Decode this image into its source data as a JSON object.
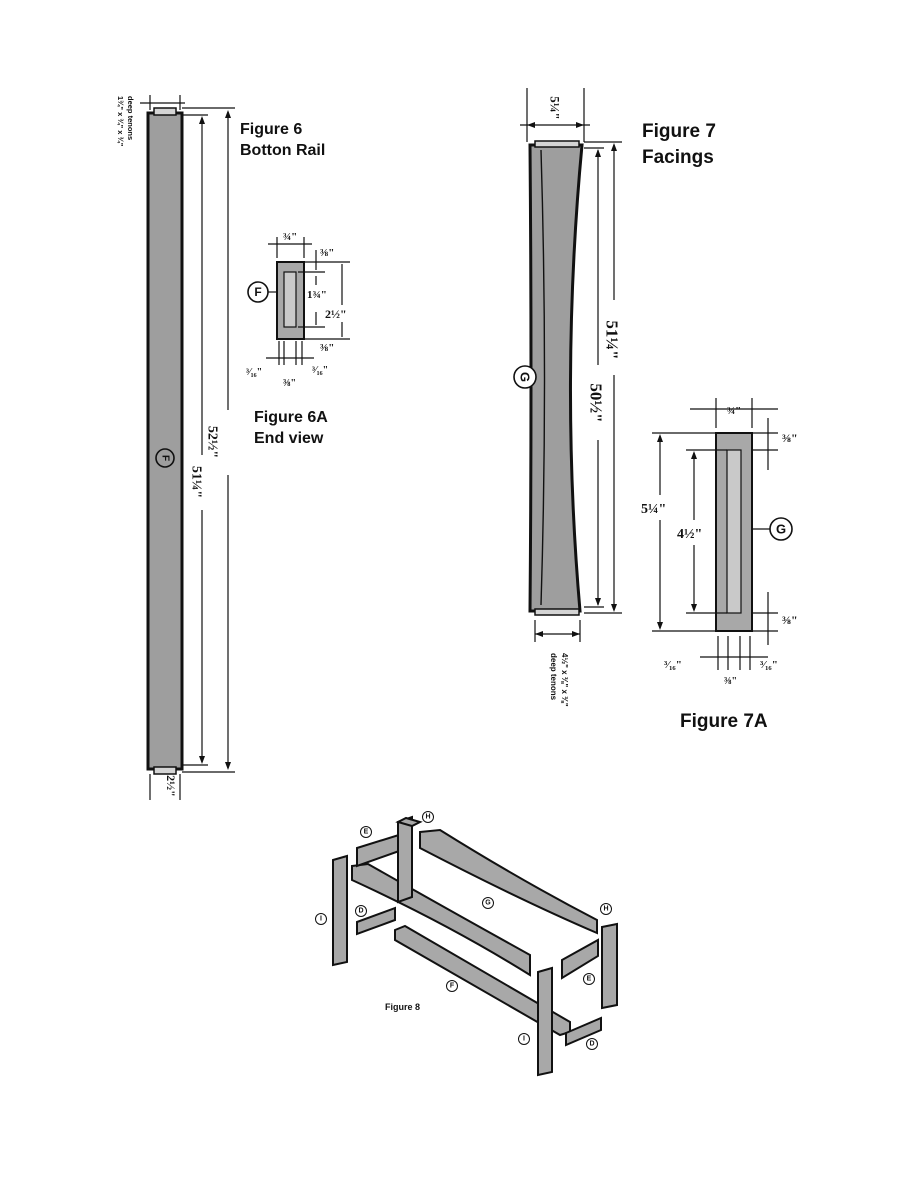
{
  "figure6": {
    "title_line1": "Figure 6",
    "title_line2": "Botton Rail",
    "tenon_note_line1": "1¾\" x ¾\" x ¾\"",
    "tenon_note_line2": "deep tenons",
    "part_label": "F",
    "overall_length": "52½\"",
    "shoulder_length": "51¼\"",
    "width": "2½\""
  },
  "figure6a": {
    "title_line1": "Figure 6A",
    "title_line2": "End view",
    "part_label": "F",
    "dim_width": "¾\"",
    "dim_top_offset": "⅜\"",
    "dim_tenon_length": "1¾\"",
    "dim_height": "2½\"",
    "dim_bottom_offset": "⅜\"",
    "dim_left_shoulder": "³⁄₁₆\"",
    "dim_tenon_thickness": "⅜\"",
    "dim_right_shoulder": "³⁄₁₆\""
  },
  "figure7": {
    "title_line1": "Figure 7",
    "title_line2": "Facings",
    "part_label": "G",
    "width": "5¼\"",
    "overall_length": "51¼\"",
    "shoulder_length": "50½\"",
    "tenon_note_line1": "4½\" x ⅜\" x ⅜\"",
    "tenon_note_line2": "deep tenons"
  },
  "figure7a": {
    "title": "Figure 7A",
    "part_label": "G",
    "dim_width": "¾\"",
    "dim_top_offset": "⅜\"",
    "dim_height": "5¼\"",
    "dim_tenon_length": "4½\"",
    "dim_bottom_offset": "⅜\"",
    "dim_left_shoulder": "³⁄₁₆\"",
    "dim_tenon_thickness": "⅜\"",
    "dim_right_shoulder": "³⁄₁₆\""
  },
  "figure8": {
    "title": "Figure 8",
    "labels": [
      "E",
      "H",
      "I",
      "D",
      "G",
      "H",
      "E",
      "F",
      "I",
      "D"
    ]
  }
}
